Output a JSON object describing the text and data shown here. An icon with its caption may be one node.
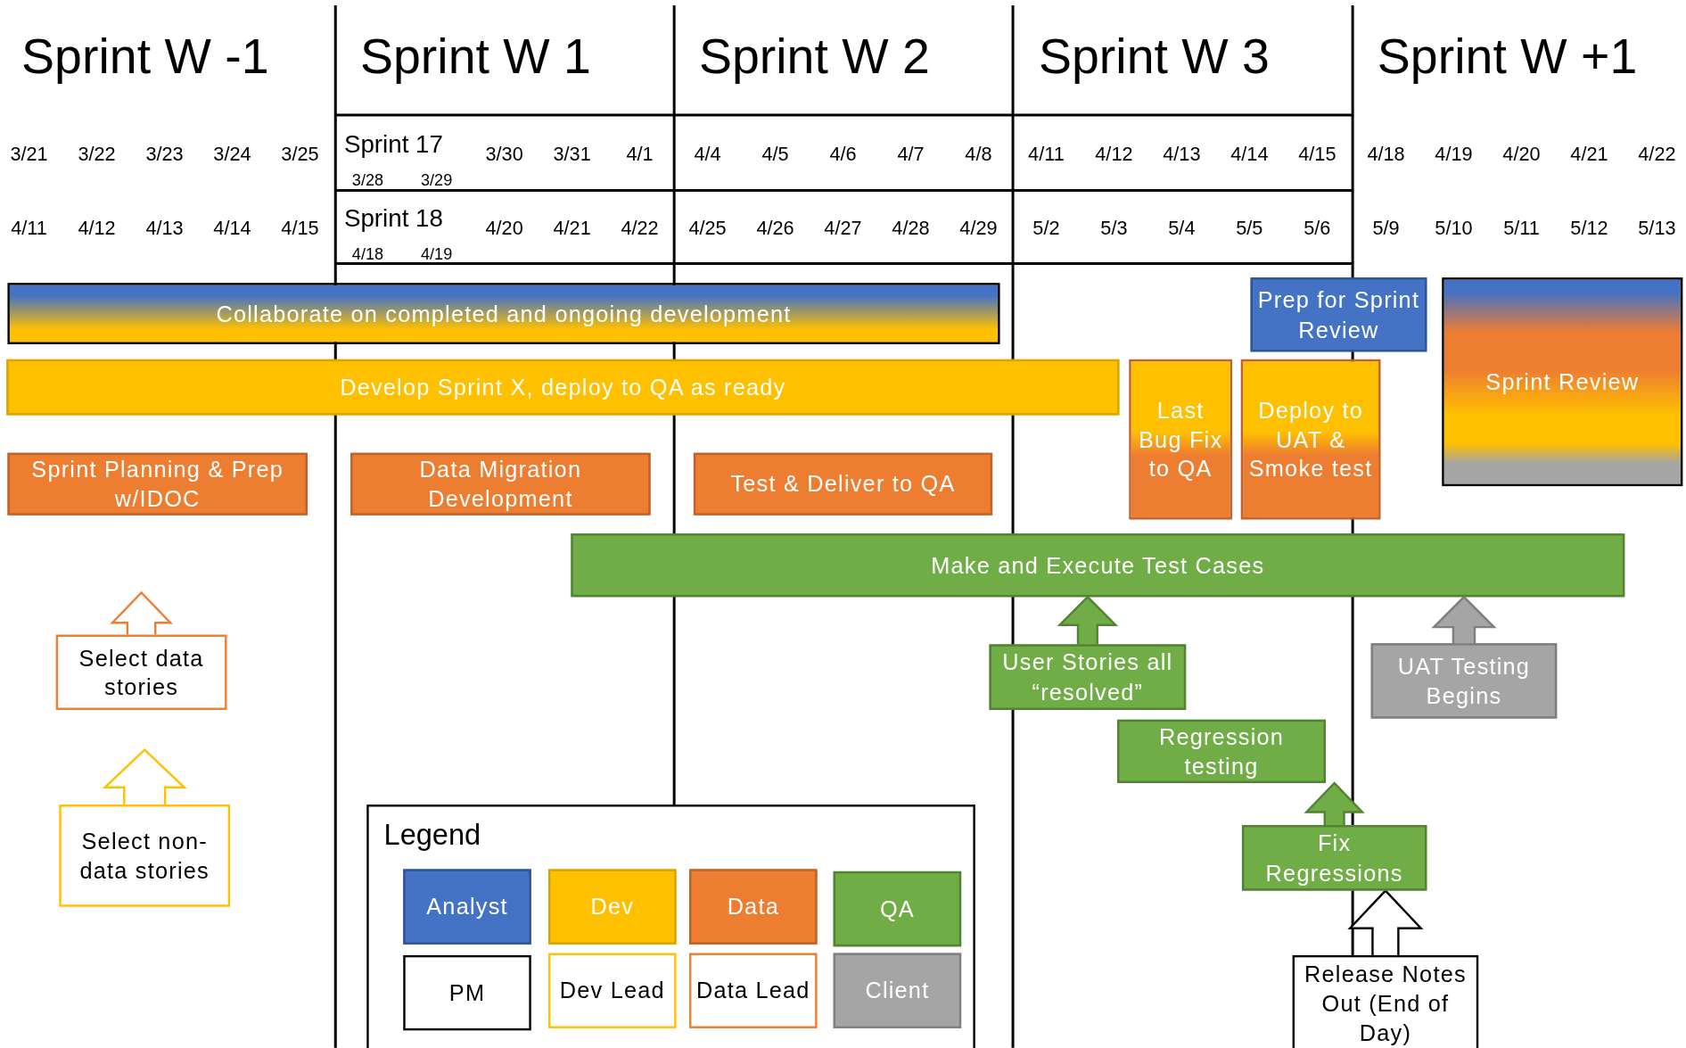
{
  "diagram": {
    "nodes": [
      {
        "text": [
          "Collaborate on completed and ongoing development"
        ]
      },
      {
        "text": [
          "Develop Sprint X, deploy to QA as ready"
        ]
      },
      {
        "text": [
          "Last Bug Fix to QA"
        ]
      },
      {
        "text": [
          "Prep for Sprint Review"
        ]
      },
      {
        "text": [
          "Deploy to UAT & Smoke test"
        ]
      },
      {
        "text": [
          "Sprint Review"
        ]
      },
      {
        "text": [
          "Sprint Planning & Prep w/IDOC"
        ]
      },
      {
        "text": [
          "Data Migration Development"
        ]
      },
      {
        "text": [
          "Test & Deliver to QA"
        ]
      },
      {
        "text": [
          "Make and Execute Test Cases"
        ]
      },
      {
        "text": [
          "Select data stories"
        ]
      },
      {
        "text": [
          "Select non-data stories"
        ]
      },
      {
        "text": [
          "User Stories all “resolved”"
        ]
      },
      {
        "text": [
          "UAT Testing Begins"
        ]
      },
      {
        "text": [
          "Regression testing"
        ]
      },
      {
        "text": [
          "Fix Regressions"
        ]
      },
      {
        "text": [
          "Release Notes Out (End of Day)"
        ]
      }
    ],
    "edges": [
      {
        "from": 10,
        "to": null,
        "arrow": "to"
      },
      {
        "from": 11,
        "to": null,
        "arrow": "to"
      },
      {
        "from": 12,
        "to": 9,
        "arrow": "to"
      },
      {
        "from": 13,
        "to": 9,
        "arrow": "to"
      },
      {
        "from": 15,
        "to": 14,
        "arrow": "to"
      },
      {
        "from": 16,
        "to": 15,
        "arrow": "to"
      }
    ],
    "labels": [
      "Sprint W -1",
      "Sprint W 1",
      "Sprint W 2",
      "Sprint W 3",
      "Sprint W +1",
      "3/21",
      "3/22",
      "3/23",
      "3/24",
      "3/25",
      "Sprint 17",
      "3/30",
      "3/31",
      "4/1",
      "4/4",
      "4/5",
      "4/6",
      "4/7",
      "4/8",
      "4/11",
      "4/12",
      "4/13",
      "4/14",
      "4/15",
      "4/18",
      "4/19",
      "4/20",
      "4/21",
      "4/22",
      "3/28",
      "3/29",
      "4/11",
      "4/12",
      "4/13",
      "4/14",
      "4/15",
      "Sprint 18",
      "4/20",
      "4/21",
      "4/22",
      "4/25",
      "4/26",
      "4/27",
      "4/28",
      "4/29",
      "5/2",
      "5/3",
      "5/4",
      "5/5",
      "5/6",
      "5/9",
      "5/10",
      "5/11",
      "5/12",
      "5/13",
      "4/18",
      "4/19",
      "Legend"
    ],
    "legend": [
      {
        "text": "Analyst",
        "color": "#4472c4"
      },
      {
        "text": "Dev",
        "color": "#ffc000"
      },
      {
        "text": "Data",
        "color": "#ed7d31"
      },
      {
        "text": "QA",
        "color": "#70ad47"
      },
      {
        "text": "PM"
      },
      {
        "text": "Dev Lead"
      },
      {
        "text": "Data Lead"
      },
      {
        "text": "Client",
        "color": "#a5a5a5"
      }
    ]
  }
}
